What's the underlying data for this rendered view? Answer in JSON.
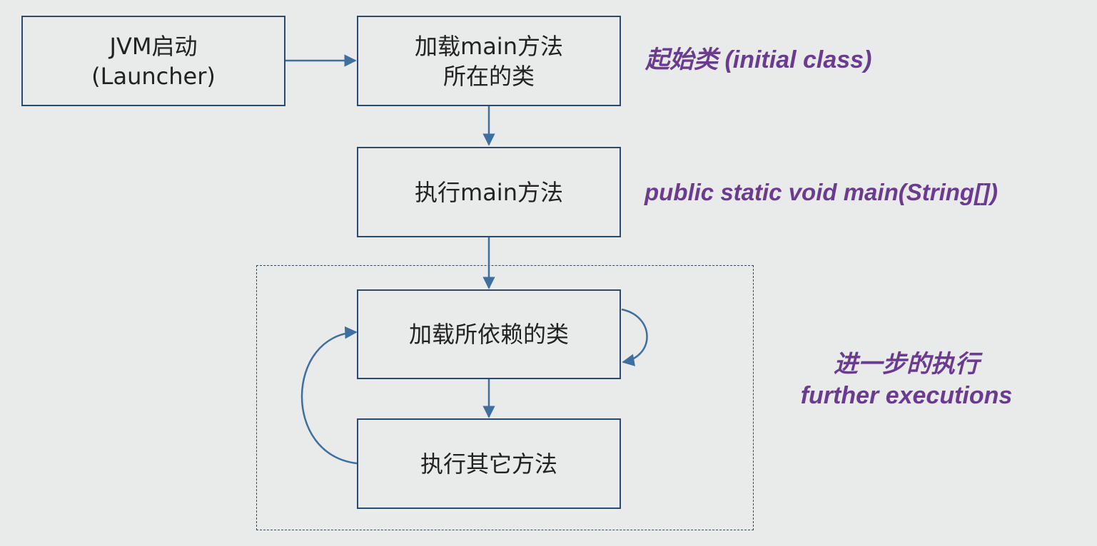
{
  "boxes": {
    "jvm_start": {
      "line1": "JVM启动",
      "line2": "(Launcher)"
    },
    "load_main_class": {
      "line1": "加载main方法",
      "line2": "所在的类"
    },
    "exec_main": {
      "line1": "执行main方法"
    },
    "load_dependencies": {
      "line1": "加载所依赖的类"
    },
    "exec_other": {
      "line1": "执行其它方法"
    }
  },
  "notes": {
    "initial_class": "起始类 (initial class)",
    "main_signature": "public static void main(String[])",
    "further_cn": "进一步的执行",
    "further_en": "further executions"
  },
  "colors": {
    "box_border": "#2b4a6e",
    "arrow": "#3f6f9f",
    "note_text": "#6a3b8f",
    "background": "#e9eaea"
  }
}
